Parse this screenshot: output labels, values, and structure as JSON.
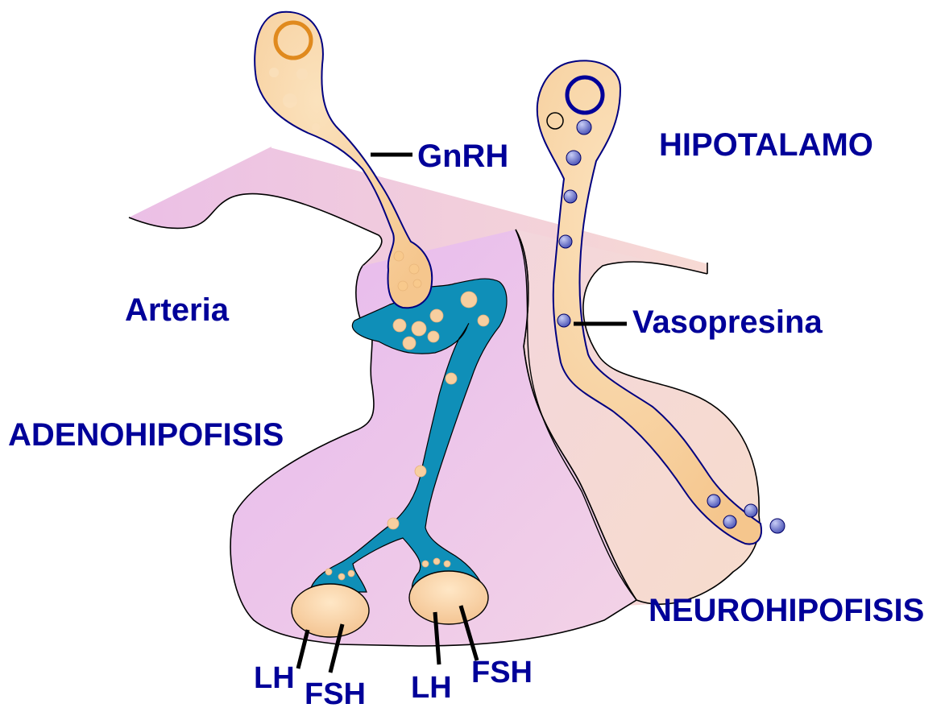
{
  "labels": {
    "gnrh": "GnRH",
    "hipotalamo": "HIPOTALAMO",
    "arteria": "Arteria",
    "vasopresina": "Vasopresina",
    "adenohipofisis": "ADENOHIPOFISIS",
    "neurohipofisis": "NEUROHIPOFISIS",
    "lh_left": "LH",
    "fsh_left": "FSH",
    "lh_right": "LH",
    "fsh_right": "FSH"
  },
  "colors": {
    "label_text": "#000099",
    "neuron_fill": "#FAD3A0",
    "neuron_outline": "#000080",
    "portal_vessel": "#0F8FB8",
    "adenohypophysis_fill": "#EBC7EE",
    "hypothalamus_fill": "#F6D9D6",
    "granule_blue": "#5A64C8",
    "gnrh_nucleus": "#E08A1E"
  }
}
